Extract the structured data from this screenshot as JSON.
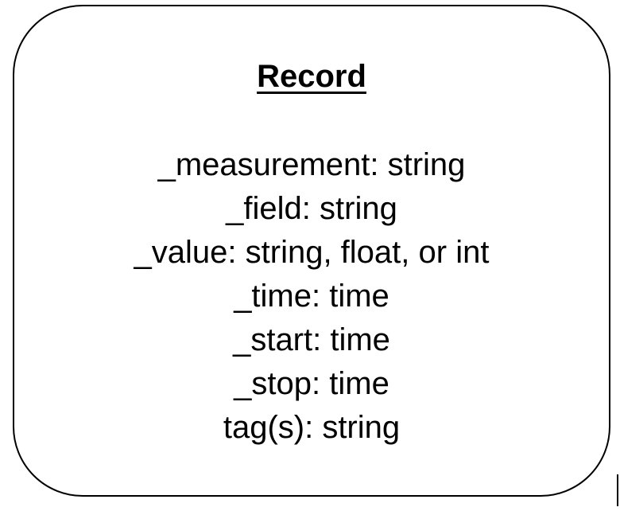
{
  "record": {
    "title": "Record",
    "fields": [
      "_measurement: string",
      "_field: string",
      "_value: string, float, or int",
      "_time: time",
      "_start: time",
      "_stop: time",
      "tag(s): string"
    ]
  },
  "colors": {
    "border": "#000000",
    "text": "#000000",
    "background": "#ffffff"
  }
}
